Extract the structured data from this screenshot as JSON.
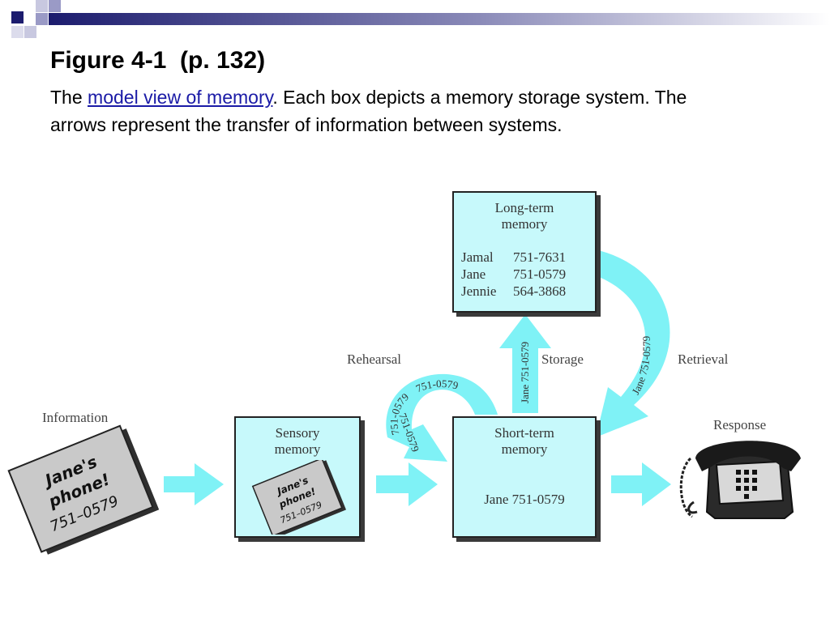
{
  "slide": {
    "title": "Figure 4-1  (p. 132)",
    "caption_prefix": "The ",
    "caption_link": "model view of memory",
    "caption_rest": ". Each box depicts a memory storage system. The arrows represent the transfer of information between systems."
  },
  "diagram": {
    "labels": {
      "information": "Information",
      "rehearsal": "Rehearsal",
      "storage": "Storage",
      "retrieval": "Retrieval",
      "response": "Response"
    },
    "sensory": {
      "title_line1": "Sensory",
      "title_line2": "memory"
    },
    "short_term": {
      "title_line1": "Short-term",
      "title_line2": "memory",
      "value": "Jane 751-0579"
    },
    "long_term": {
      "title_line1": "Long-term",
      "title_line2": "memory",
      "entries": [
        {
          "name": "Jamal",
          "number": "751-7631"
        },
        {
          "name": "Jane",
          "number": "751-0579"
        },
        {
          "name": "Jennie",
          "number": "564-3868"
        }
      ]
    },
    "note": {
      "line1": "Jane's",
      "line2": "phone!",
      "line3": "751–0579"
    },
    "arrow_texts": {
      "rehearsal_a": "751-0579",
      "rehearsal_b": "751-0579",
      "rehearsal_c": "751-0579",
      "storage": "Jane 751-0579",
      "retrieval": "Jane  751-0579"
    }
  },
  "colors": {
    "accent_navy": "#1c1c6e",
    "box_fill": "#c7f9fb",
    "arrow_fill": "#7ff2f6",
    "link": "#1a1aa6"
  },
  "icons": {
    "phone": "telephone-icon",
    "note": "sticky-note-icon"
  }
}
